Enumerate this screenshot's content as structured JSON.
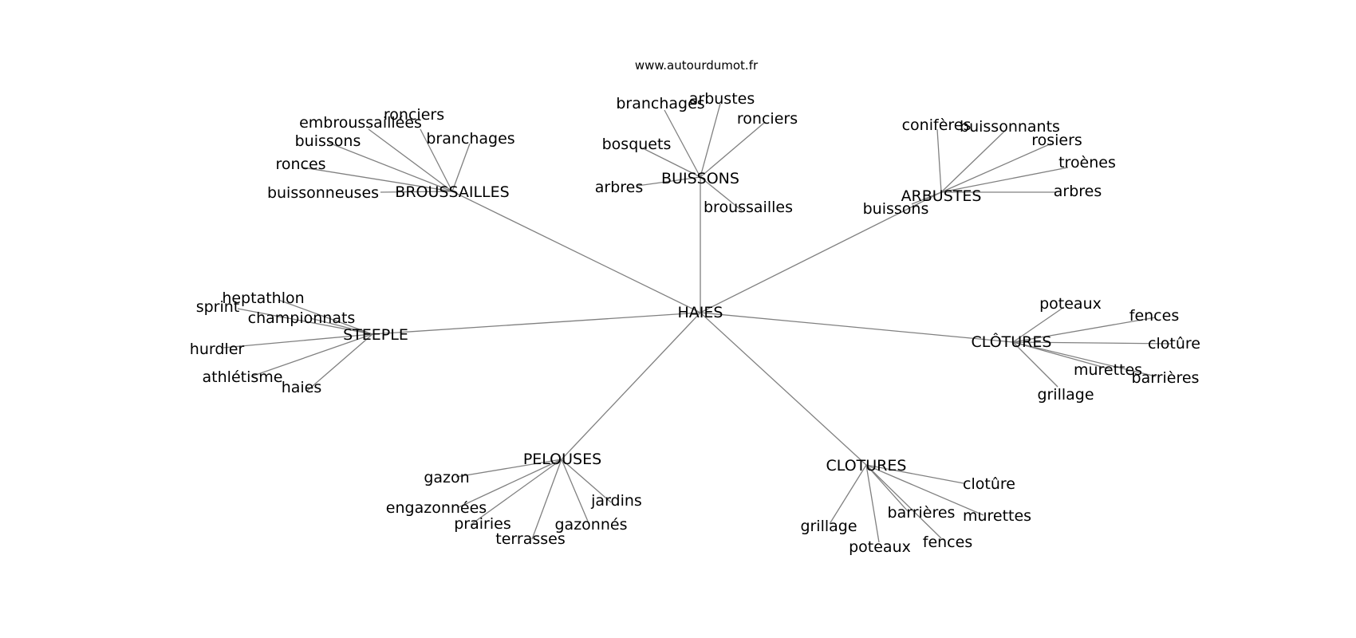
{
  "watermark": "www.autourdumot.fr",
  "center": "HAIES",
  "hubs": [
    {
      "id": "broussailles",
      "label": "BROUSSAILLES",
      "leaves": [
        "ronciers",
        "embroussaillées",
        "buissons",
        "branchages",
        "ronces",
        "buissonneuses"
      ]
    },
    {
      "id": "buissons",
      "label": "BUISSONS",
      "leaves": [
        "branchages",
        "arbustes",
        "ronciers",
        "bosquets",
        "arbres",
        "broussailles"
      ]
    },
    {
      "id": "arbustes",
      "label": "ARBUSTES",
      "leaves": [
        "conifères",
        "buissonnants",
        "rosiers",
        "troènes",
        "arbres",
        "buissons"
      ]
    },
    {
      "id": "steeple",
      "label": "STEEPLE",
      "leaves": [
        "heptathlon",
        "sprint",
        "championnats",
        "hurdler",
        "athlétisme",
        "haies"
      ]
    },
    {
      "id": "clotures-accent",
      "label": "CLÔTURES",
      "leaves": [
        "poteaux",
        "fences",
        "clotûre",
        "murettes",
        "barrières",
        "grillage"
      ]
    },
    {
      "id": "pelouses",
      "label": "PELOUSES",
      "leaves": [
        "gazon",
        "engazonnées",
        "jardins",
        "prairies",
        "gazonnés",
        "terrasses"
      ]
    },
    {
      "id": "clotures",
      "label": "CLOTURES",
      "leaves": [
        "clotûre",
        "barrières",
        "murettes",
        "grillage",
        "poteaux",
        "fences"
      ]
    }
  ],
  "colors": {
    "edge": "#808080",
    "text": "#000000",
    "background": "#ffffff"
  }
}
